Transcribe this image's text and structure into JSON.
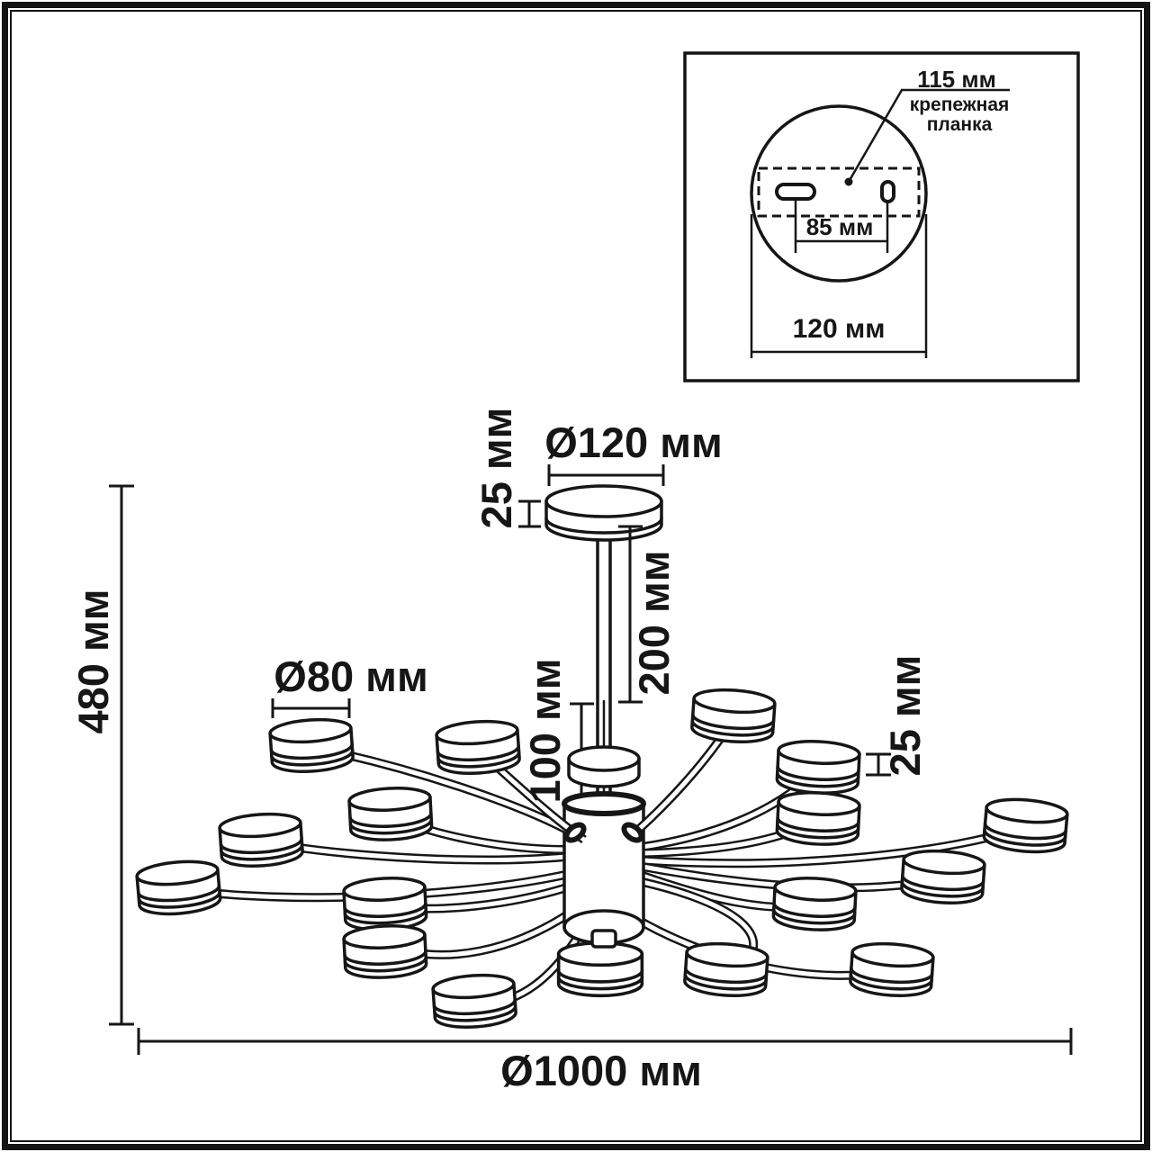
{
  "inset": {
    "dim_115": "115 мм",
    "plate_line1": "крепежная",
    "plate_line2": "планка",
    "dim_85": "85 мм",
    "dim_120": "120 мм"
  },
  "dimensions": {
    "canopy_diameter": "Ø120 мм",
    "canopy_height": "25 мм",
    "rod_upper": "200 мм",
    "rod_lower": "100 мм",
    "lamp_diameter": "Ø80 мм",
    "lamp_height": "25 мм",
    "overall_height": "480 мм",
    "overall_diameter": "Ø1000 мм"
  }
}
